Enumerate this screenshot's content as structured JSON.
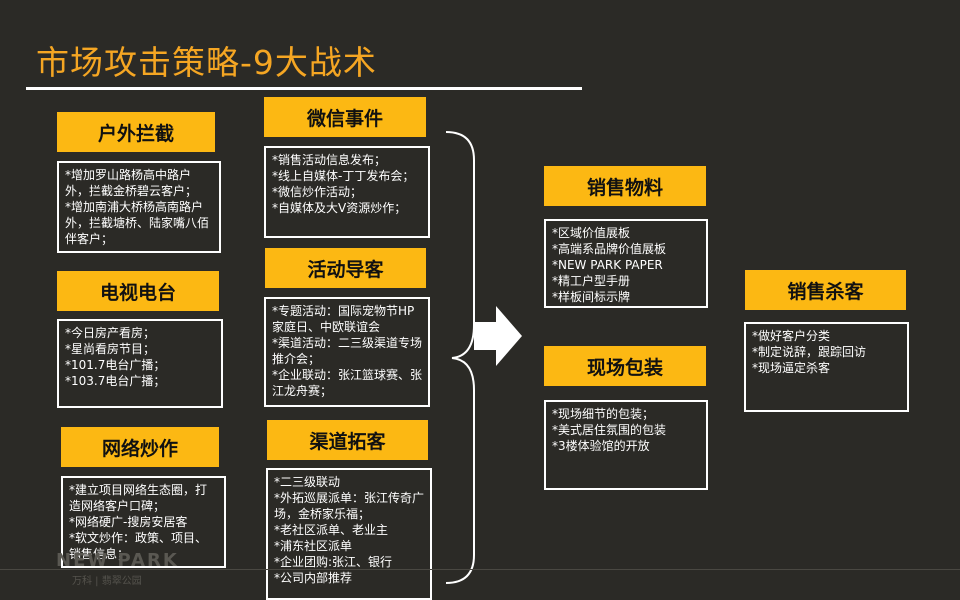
{
  "title": "市场攻击策略-9大战术",
  "labels": {
    "outdoor": "户外拦截",
    "tv": "电视电台",
    "web": "网络炒作",
    "wechat": "微信事件",
    "event": "活动导客",
    "channel": "渠道拓客",
    "material": "销售物料",
    "onsite": "现场包装",
    "close": "销售杀客"
  },
  "boxes": {
    "outdoor": [
      "*增加罗山路杨高中路户外，拦截金桥碧云客户；",
      "*增加南浦大桥杨高南路户外，拦截塘桥、陆家嘴八佰伴客户；"
    ],
    "tv": [
      "*今日房产看房；",
      "*星尚看房节目；",
      "*101.7电台广播；",
      "*103.7电台广播；"
    ],
    "web": [
      "*建立项目网络生态圈，打造网络客户口碑；",
      "*网络硬广-搜房安居客",
      "*软文炒作：政策、项目、销售信息；"
    ],
    "wechat": [
      "*销售活动信息发布；",
      "*线上自媒体-丁丁发布会；",
      "*微信炒作活动；",
      "*自媒体及大V资源炒作；"
    ],
    "event": [
      "*专题活动：国际宠物节HP家庭日、中欧联谊会",
      "*渠道活动：二三级渠道专场推介会；",
      "*企业联动：张江篮球赛、张江龙舟赛；"
    ],
    "channel": [
      "*二三级联动",
      "*外拓巡展派单：张江传奇广场，金桥家乐福；",
      "*老社区派单、老业主",
      "*浦东社区派单",
      "*企业团购:张江、银行",
      "*公司内部推荐"
    ],
    "material": [
      "*区域价值展板",
      "*高端系品牌价值展板",
      "*NEW PARK PAPER",
      "*精工户型手册",
      "*样板间标示牌"
    ],
    "onsite": [
      "*现场细节的包装；",
      "*美式居住氛围的包装",
      "*3楼体验馆的开放"
    ],
    "close": [
      "*做好客户分类",
      "*制定说辞，跟踪回访",
      "*现场逼定杀客"
    ]
  },
  "watermark": {
    "logo": "NEW PARK",
    "brand": "万科 | 翡翠公园"
  },
  "colors": {
    "accent": "#fcb813",
    "title": "#f5a623",
    "background": "#2b2a26"
  }
}
